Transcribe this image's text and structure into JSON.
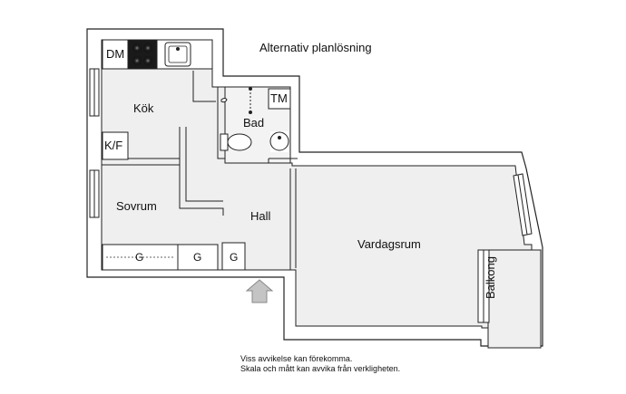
{
  "title": "Alternativ planlösning",
  "rooms": {
    "kitchen": "Kök",
    "bathroom": "Bad",
    "bedroom": "Sovrum",
    "hall": "Hall",
    "living_room": "Vardagsrum",
    "balcony": "Balkong"
  },
  "fixtures": {
    "dishwasher": "DM",
    "washing_machine": "TM",
    "fridge_freezer": "K/F",
    "wardrobe_1": "G",
    "wardrobe_2": "G",
    "wardrobe_3": "G"
  },
  "disclaimer": {
    "line1": "Viss avvikelse kan förekomma.",
    "line2": "Skala och mått kan avvika från verkligheten."
  },
  "colors": {
    "floor": "#efefef",
    "wall": "#ffffff",
    "line": "#222222",
    "entrance_arrow": "#bdbdbd"
  }
}
